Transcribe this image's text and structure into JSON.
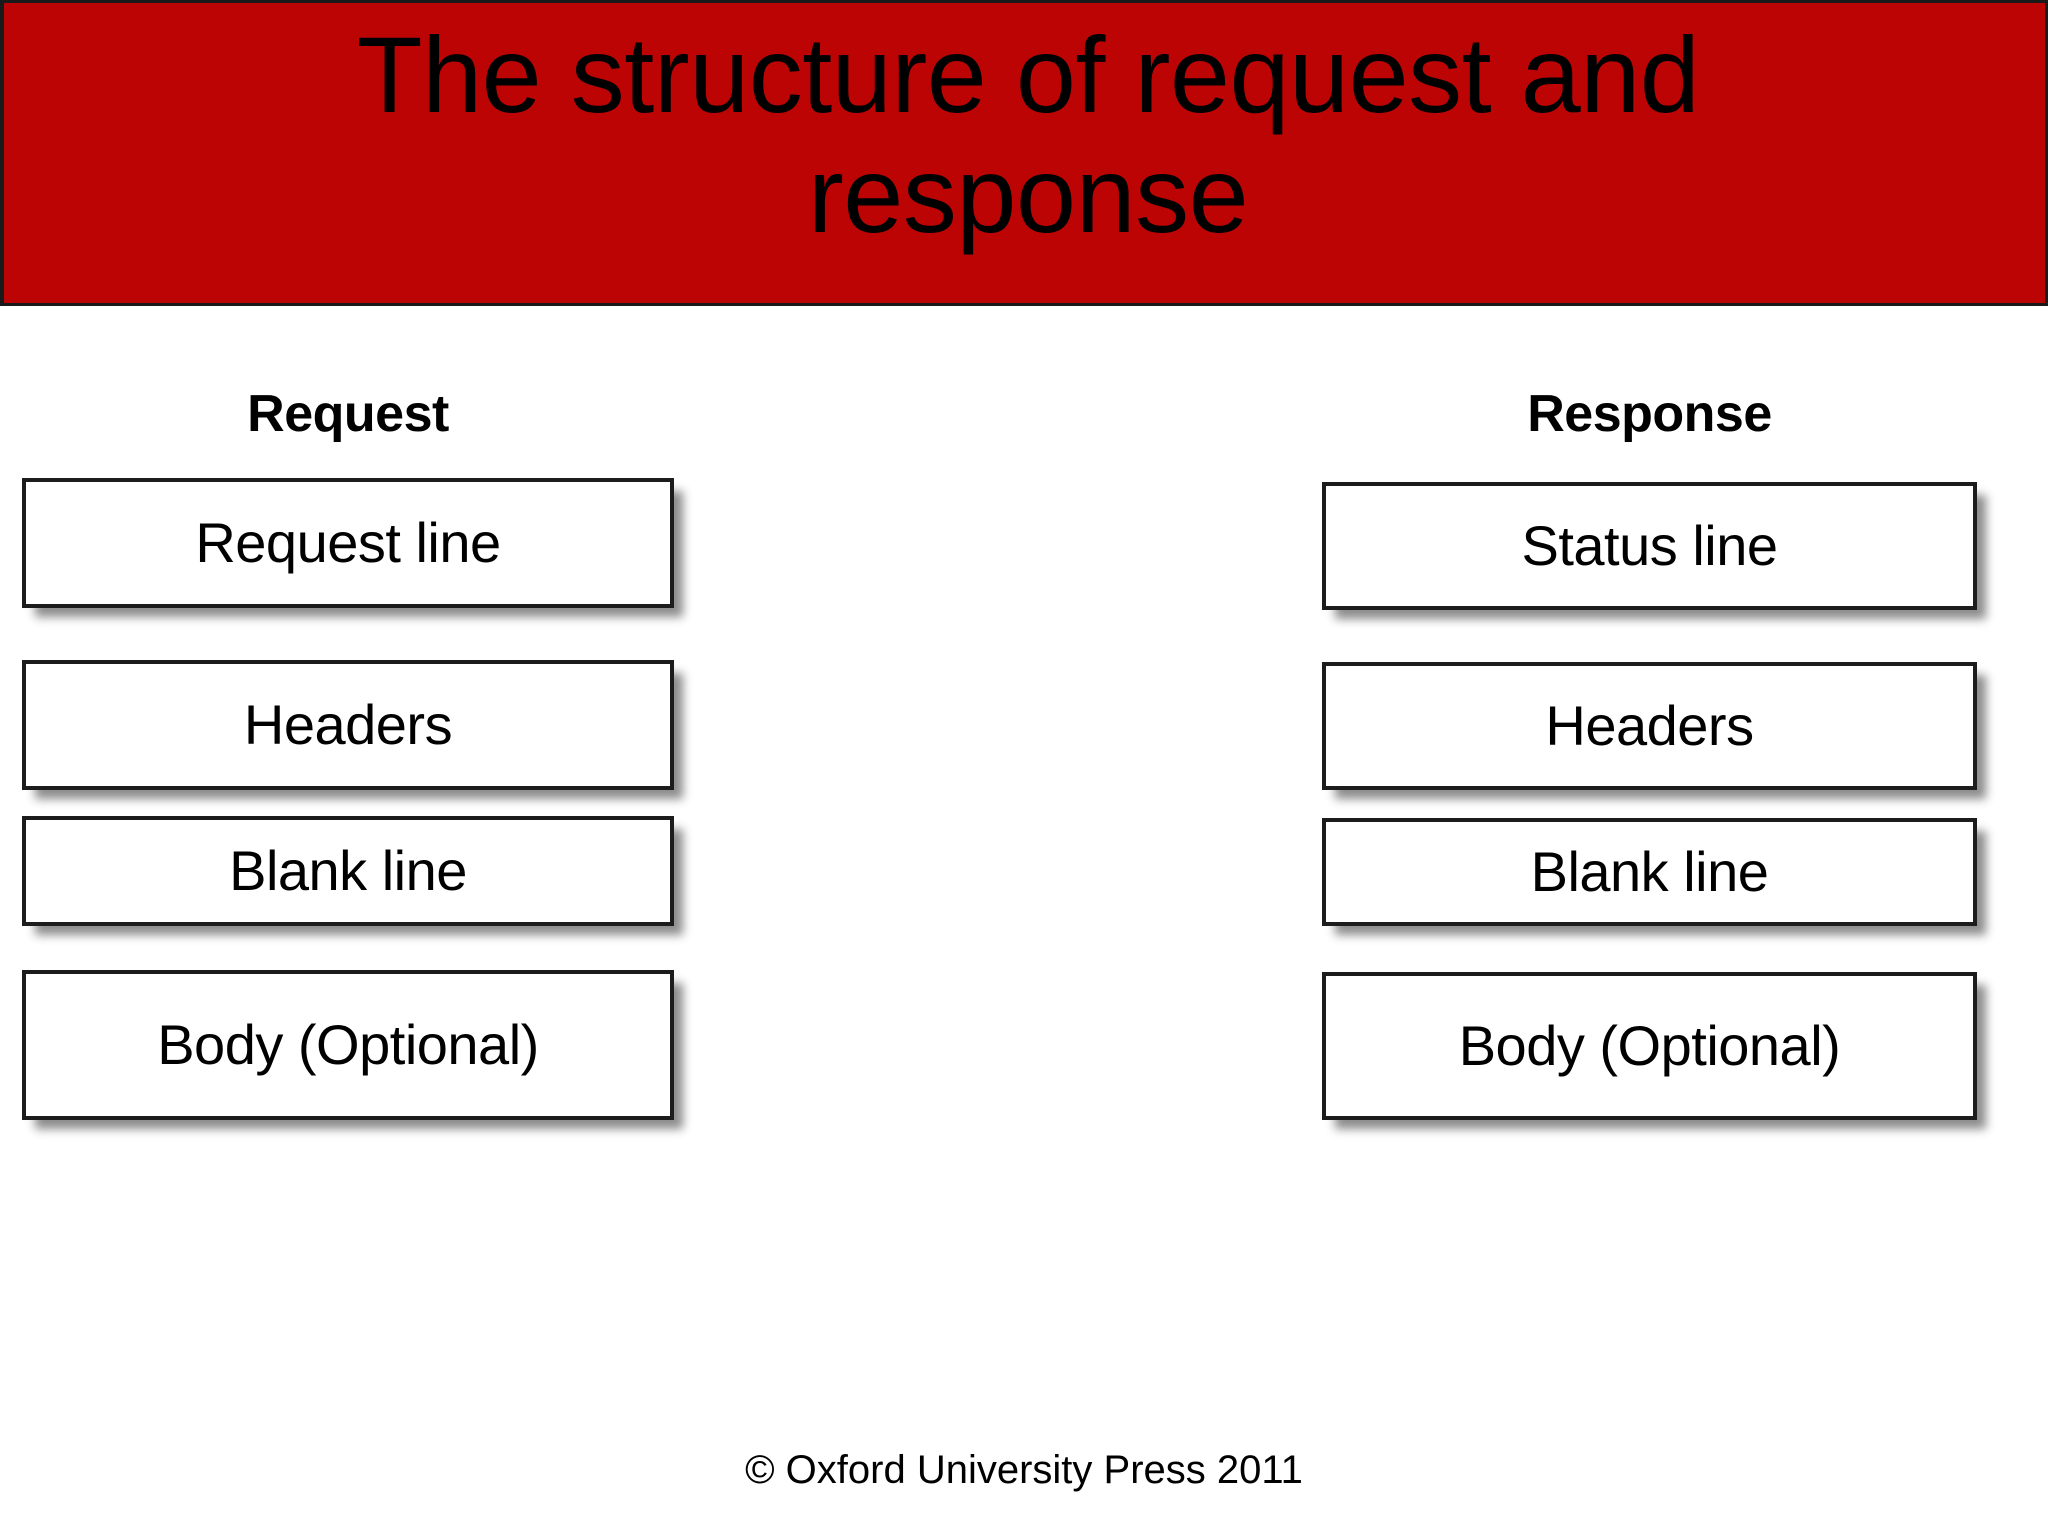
{
  "slide": {
    "background_color": "#ffffff",
    "title": "The structure of request and response",
    "banner_color": "#bd0404",
    "banner_border_color": "#1a1a1a",
    "title_color": "#000000"
  },
  "diagram": {
    "box_border_color": "#1c1c1c",
    "box_fill_color": "#ffffff",
    "columns": [
      {
        "id": "request",
        "heading": "Request",
        "segments": [
          {
            "label": "Request line"
          },
          {
            "label": "Headers"
          },
          {
            "label": "Blank line"
          },
          {
            "label": "Body (Optional)"
          }
        ]
      },
      {
        "id": "response",
        "heading": "Response",
        "segments": [
          {
            "label": "Status line"
          },
          {
            "label": "Headers"
          },
          {
            "label": "Blank line"
          },
          {
            "label": "Body (Optional)"
          }
        ]
      }
    ]
  },
  "footer": {
    "copyright": "© Oxford University Press 2011"
  }
}
